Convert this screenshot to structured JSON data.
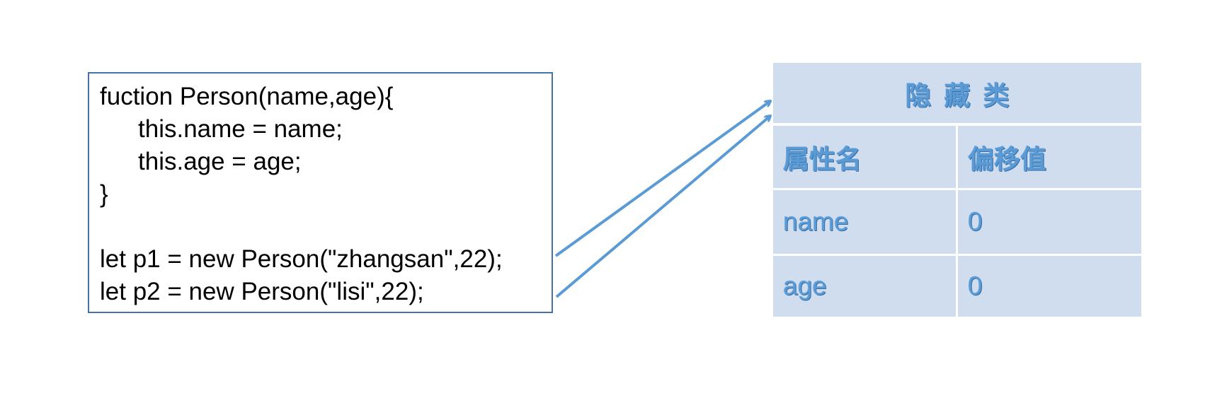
{
  "code": {
    "lines": [
      "fuction Person(name,age){",
      "this.name = name;",
      "this.age = age;",
      "}",
      "",
      "let p1 = new Person(\"zhangsan\",22);",
      "let p2 = new Person(\"lisi\",22);"
    ]
  },
  "table": {
    "title": "隐藏类",
    "headers": [
      "属性名",
      "偏移值"
    ],
    "rows": [
      [
        "name",
        "0"
      ],
      [
        "age",
        "0"
      ]
    ]
  },
  "colors": {
    "arrow": "#5b9bd5",
    "table_fill": "#d0ddef",
    "box_border": "#4472a8"
  }
}
